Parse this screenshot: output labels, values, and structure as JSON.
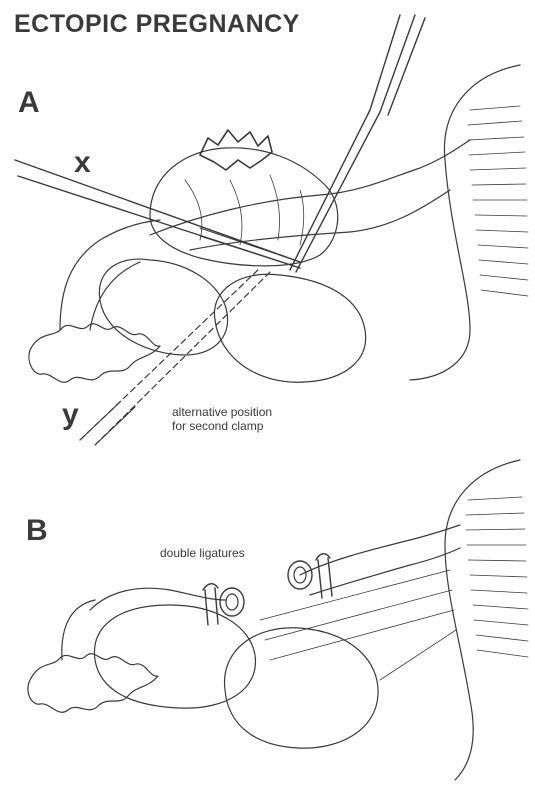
{
  "title": "ECTOPIC PREGNANCY",
  "panel_a": {
    "label": "A",
    "clamp_x": "x",
    "clamp_y": "y",
    "caption_line1": "alternative position",
    "caption_line2": "for second clamp"
  },
  "panel_b": {
    "label": "B",
    "caption": "double ligatures"
  },
  "colors": {
    "ink": "#3a3a3a",
    "paper": "#ffffff"
  }
}
